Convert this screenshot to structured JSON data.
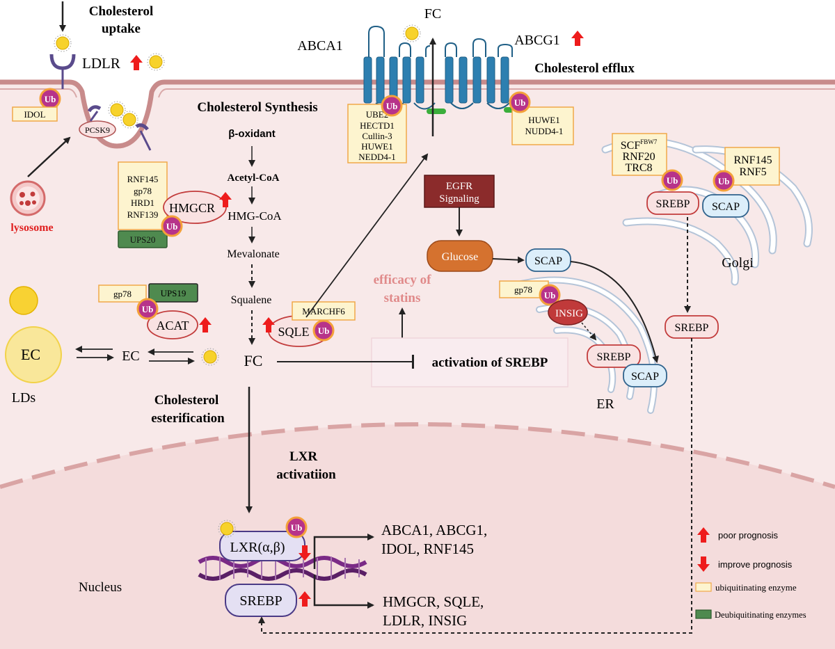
{
  "colors": {
    "cytoplasm": "#f8e9e9",
    "membrane": "#c88b8b",
    "nucleus": "#f4dcdc",
    "ub_fill": "#b7338a",
    "ub_ring": "#f4a13a",
    "ubiquitinating_box": "#fdf4cf",
    "ubiquitinating_border": "#f0a848",
    "deubiquitinating_box": "#4f8a4f",
    "arrow_up": "#ee1c1c",
    "egfr": "#8b2b2b",
    "glucose": "#d5722f",
    "scap": "#dceefa",
    "srebp": "#f9e2e2",
    "insig": "#c03a3a",
    "transporter": "#2d7fb0",
    "lysosome_label": "#e02020",
    "statins_label": "#e08a8a"
  },
  "icons": {
    "up_arrow": "up-arrow-icon",
    "down_arrow": "down-arrow-icon",
    "ub": "ubiquitin-icon",
    "cholesterol": "cholesterol-particle-icon"
  },
  "labels": {
    "cholesterol_uptake_1": "Cholesterol",
    "cholesterol_uptake_2": "uptake",
    "ldlr": "LDLR",
    "idol": "IDOL",
    "pcsk9": "PCSK9",
    "lysosome": "lysosome",
    "fc_top": "FC",
    "abca1": "ABCA1",
    "abcg1": "ABCG1",
    "cholesterol_efflux": "Cholesterol efflux",
    "cholesterol_synthesis": "Cholesterol Synthesis",
    "beta_oxidant": "β-oxidant",
    "acetyl_coa": "Acetyl-CoA",
    "hmg_coa": "HMG-CoA",
    "mevalonate": "Mevalonate",
    "squalene": "Squalene",
    "fc_center": "FC",
    "hmgcr": "HMGCR",
    "sqle": "SQLE",
    "acat": "ACAT",
    "ec_ld": "EC",
    "ec_mid": "EC",
    "lds": "LDs",
    "cholesterol_esterification_1": "Cholesterol",
    "cholesterol_esterification_2": "esterification",
    "egfr_1": "EGFR",
    "egfr_2": "Signaling",
    "glucose": "Glucose",
    "scap_er_top": "SCAP",
    "scap_er": "SCAP",
    "scap_golgi": "SCAP",
    "insig": "INSIG",
    "srebp_er": "SREBP",
    "srebp_golgi": "SREBP",
    "srebp_free": "SREBP",
    "srebp_nucleus": "SREBP",
    "efficacy_1": "efficacy of",
    "efficacy_2": "statins",
    "activation_srebp": "activation of SREBP",
    "er": "ER",
    "golgi": "Golgi",
    "lxr_activation_1": "LXR",
    "lxr_activation_2": "activatiion",
    "lxr": "LXR(α,β)",
    "nucleus": "Nucleus",
    "targets_lxr_1": "ABCA1, ABCG1,",
    "targets_lxr_2": "IDOL, RNF145",
    "targets_srebp_1": "HMGCR, SQLE,",
    "targets_srebp_2": "LDLR, INSIG",
    "ub": "Ub"
  },
  "enzyme_boxes": {
    "hmgcr_ub": [
      "RNF145",
      "gp78",
      "HRD1",
      "RNF139"
    ],
    "hmgcr_dub": "UPS20",
    "acat_ub": "gp78",
    "acat_dub": "UPS19",
    "sqle_ub": "MARCHF6",
    "abca1_ub": [
      "UBE2",
      "HECTD1",
      "Cullin-3",
      "HUWE1",
      "NEDD4-1"
    ],
    "abcg1_ub": [
      "HUWE1",
      "NUDD4-1"
    ],
    "insig_ub": "gp78",
    "srebp_golgi_ub_1": "SCF",
    "srebp_golgi_ub_sup": "FBW7",
    "srebp_golgi_ub_2": "RNF20",
    "srebp_golgi_ub_3": "TRC8",
    "scap_golgi_ub": [
      "RNF145",
      "RNF5"
    ]
  },
  "legend": {
    "poor": "poor prognosis",
    "improve": "improve prognosis",
    "ubiquitinating": "ubiquitinating enzyme",
    "deubiquitinating": "Deubiquitinating enzymes"
  }
}
